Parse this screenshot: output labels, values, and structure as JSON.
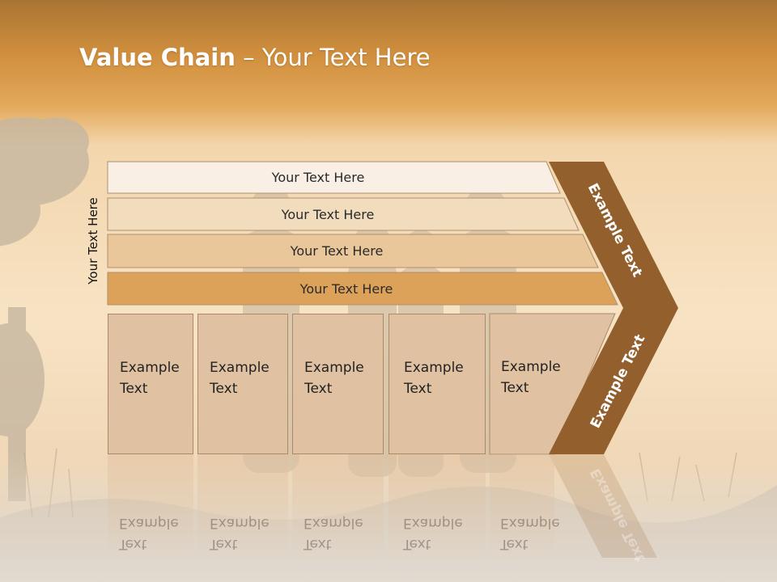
{
  "title": {
    "bold": "Value Chain",
    "rest": " – Your Text Here"
  },
  "side_label": "Your Text Here",
  "bars": [
    {
      "label": "Your Text Here",
      "color": "#f9efe4"
    },
    {
      "label": "Your Text Here",
      "color": "#f1dcbe"
    },
    {
      "label": "Your Text Here",
      "color": "#eac79b"
    },
    {
      "label": "Your Text Here",
      "color": "#dda25a"
    }
  ],
  "boxes": [
    {
      "line1": "Example",
      "line2": "Text"
    },
    {
      "line1": "Example",
      "line2": "Text"
    },
    {
      "line1": "Example",
      "line2": "Text"
    },
    {
      "line1": "Example",
      "line2": "Text"
    },
    {
      "line1": "Example",
      "line2": "Text"
    }
  ],
  "chevron": {
    "top_label": "Example Text",
    "bottom_label": "Example Text",
    "color": "#93602d"
  },
  "colors": {
    "banner": "#d4913a",
    "sky": "#f4dcb3",
    "box": "#e0c1a1"
  }
}
